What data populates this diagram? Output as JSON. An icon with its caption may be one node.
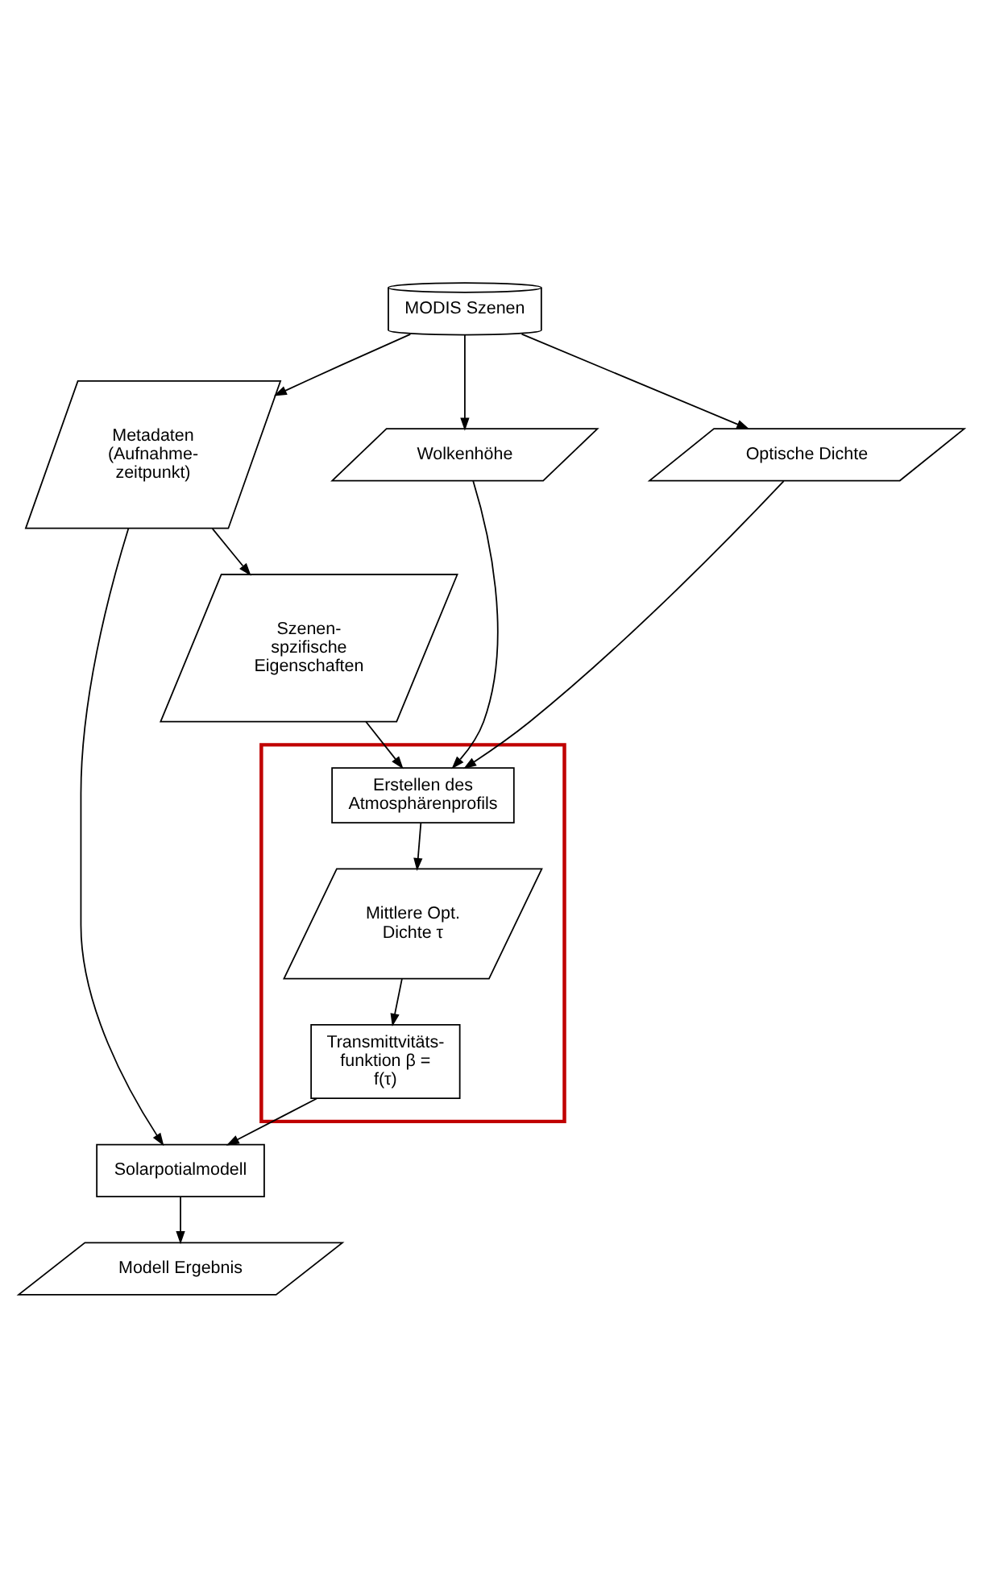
{
  "diagram": {
    "nodes": [
      {
        "text": [
          "MODIS Szenen"
        ]
      },
      {
        "text": [
          "Metadaten (Aufnahme- zeitpunkt)"
        ]
      },
      {
        "text": [
          "Wolkenhöhe"
        ]
      },
      {
        "text": [
          "Optische Dichte"
        ]
      },
      {
        "text": [
          "Szenen- spzifische Eigenschaften"
        ]
      },
      {
        "text": [],
        "shape": "box"
      },
      {
        "text": [
          "Erstellen des Atmosphärenprofils"
        ],
        "in": 5
      },
      {
        "text": [
          "Mittlere Opt. Dichte τ"
        ],
        "in": 5
      },
      {
        "text": [
          "Transmittvitäts- funktion β = f(τ)"
        ],
        "in": 5
      },
      {
        "text": [
          "Solarpotialmodell"
        ]
      },
      {
        "text": [
          "Modell Ergebnis"
        ]
      }
    ],
    "edges": [
      {
        "from": 0,
        "to": 1,
        "arrow": "to"
      },
      {
        "from": 0,
        "to": 2,
        "arrow": "to"
      },
      {
        "from": 0,
        "to": 3,
        "arrow": "to"
      },
      {
        "from": 1,
        "to": 4,
        "arrow": "to"
      },
      {
        "from": 4,
        "to": 6,
        "arrow": "to"
      },
      {
        "from": 2,
        "to": 6,
        "arrow": "to"
      },
      {
        "from": 3,
        "to": 6,
        "arrow": "to"
      },
      {
        "from": 6,
        "to": 7,
        "arrow": "to"
      },
      {
        "from": 7,
        "to": 8,
        "arrow": "to"
      },
      {
        "from": 8,
        "to": 9,
        "arrow": "to"
      },
      {
        "from": 1,
        "to": 9,
        "arrow": "to"
      },
      {
        "from": 9,
        "to": 10,
        "arrow": "to"
      }
    ]
  }
}
